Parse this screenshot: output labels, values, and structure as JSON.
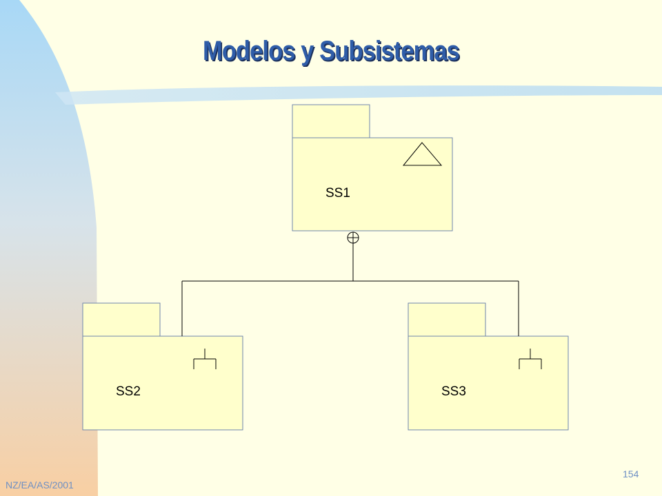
{
  "slide": {
    "title": "Modelos y Subsistemas",
    "footer_left": "NZ/EA/AS/2001",
    "page_number": "154"
  },
  "diagram": {
    "packages": [
      {
        "id": "ss1",
        "label": "SS1",
        "stereotype_icon": "triangle-model-icon"
      },
      {
        "id": "ss2",
        "label": "SS2",
        "stereotype_icon": "fork-subsystem-icon"
      },
      {
        "id": "ss3",
        "label": "SS3",
        "stereotype_icon": "fork-subsystem-icon"
      }
    ],
    "relations": [
      {
        "from": "ss1",
        "to": "ss2",
        "type": "containment"
      },
      {
        "from": "ss1",
        "to": "ss3",
        "type": "containment"
      }
    ]
  },
  "colors": {
    "background": "#ffffe6",
    "package_fill": "#ffffcc",
    "package_stroke": "#6f86ad",
    "title": "#2f5da8",
    "footer_text": "#6d8fc4"
  }
}
